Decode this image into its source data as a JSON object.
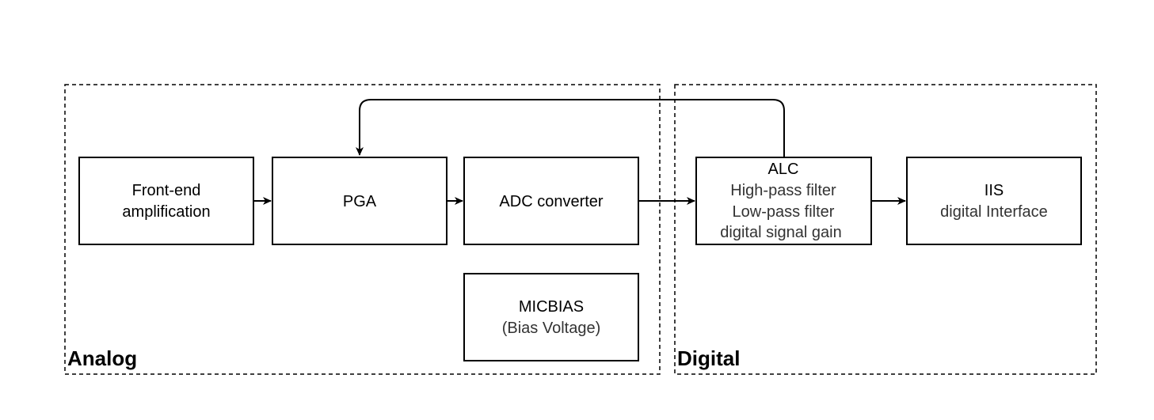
{
  "regions": {
    "analog": {
      "label": "Analog"
    },
    "digital": {
      "label": "Digital"
    }
  },
  "blocks": {
    "frontend": {
      "lines": [
        "Front-end",
        "amplification"
      ]
    },
    "pga": {
      "title": "PGA"
    },
    "adc": {
      "title": "ADC converter"
    },
    "micbias": {
      "title": "MICBIAS",
      "subtitle": "(Bias Voltage)"
    },
    "alc": {
      "title": "ALC",
      "lines": [
        "High-pass filter",
        "Low-pass filter",
        "digital signal gain"
      ]
    },
    "iis": {
      "title": "IIS",
      "subtitle": "digital Interface"
    }
  },
  "edges": [
    {
      "from": "Front-end amplification",
      "to": "PGA"
    },
    {
      "from": "PGA",
      "to": "ADC converter"
    },
    {
      "from": "ADC converter",
      "to": "ALC"
    },
    {
      "from": "ALC",
      "to": "IIS"
    },
    {
      "from": "ALC",
      "to": "PGA",
      "type": "feedback"
    }
  ],
  "colors": {
    "stroke": "#000000",
    "subtext": "#333333",
    "background": "#ffffff"
  }
}
